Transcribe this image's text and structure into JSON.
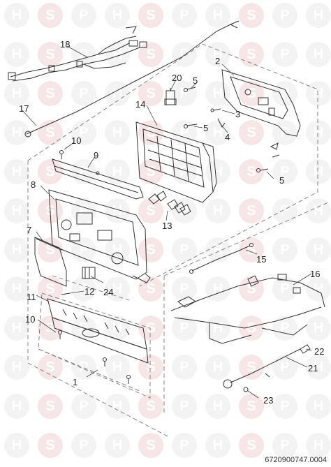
{
  "watermark": {
    "letters": [
      "H",
      "S",
      "P"
    ]
  },
  "callouts": [
    "1",
    "2",
    "3",
    "4",
    "5",
    "5",
    "5",
    "5",
    "7",
    "8",
    "9",
    "10",
    "10",
    "11",
    "12",
    "13",
    "14",
    "15",
    "16",
    "17",
    "18",
    "20",
    "21",
    "22",
    "23",
    "24"
  ],
  "part_code": "6720900747.0004",
  "colors": {
    "line": "#333333",
    "dash": "#666666",
    "watermark_grey": "#f3f3f3",
    "watermark_red": "#f6e6e6"
  }
}
